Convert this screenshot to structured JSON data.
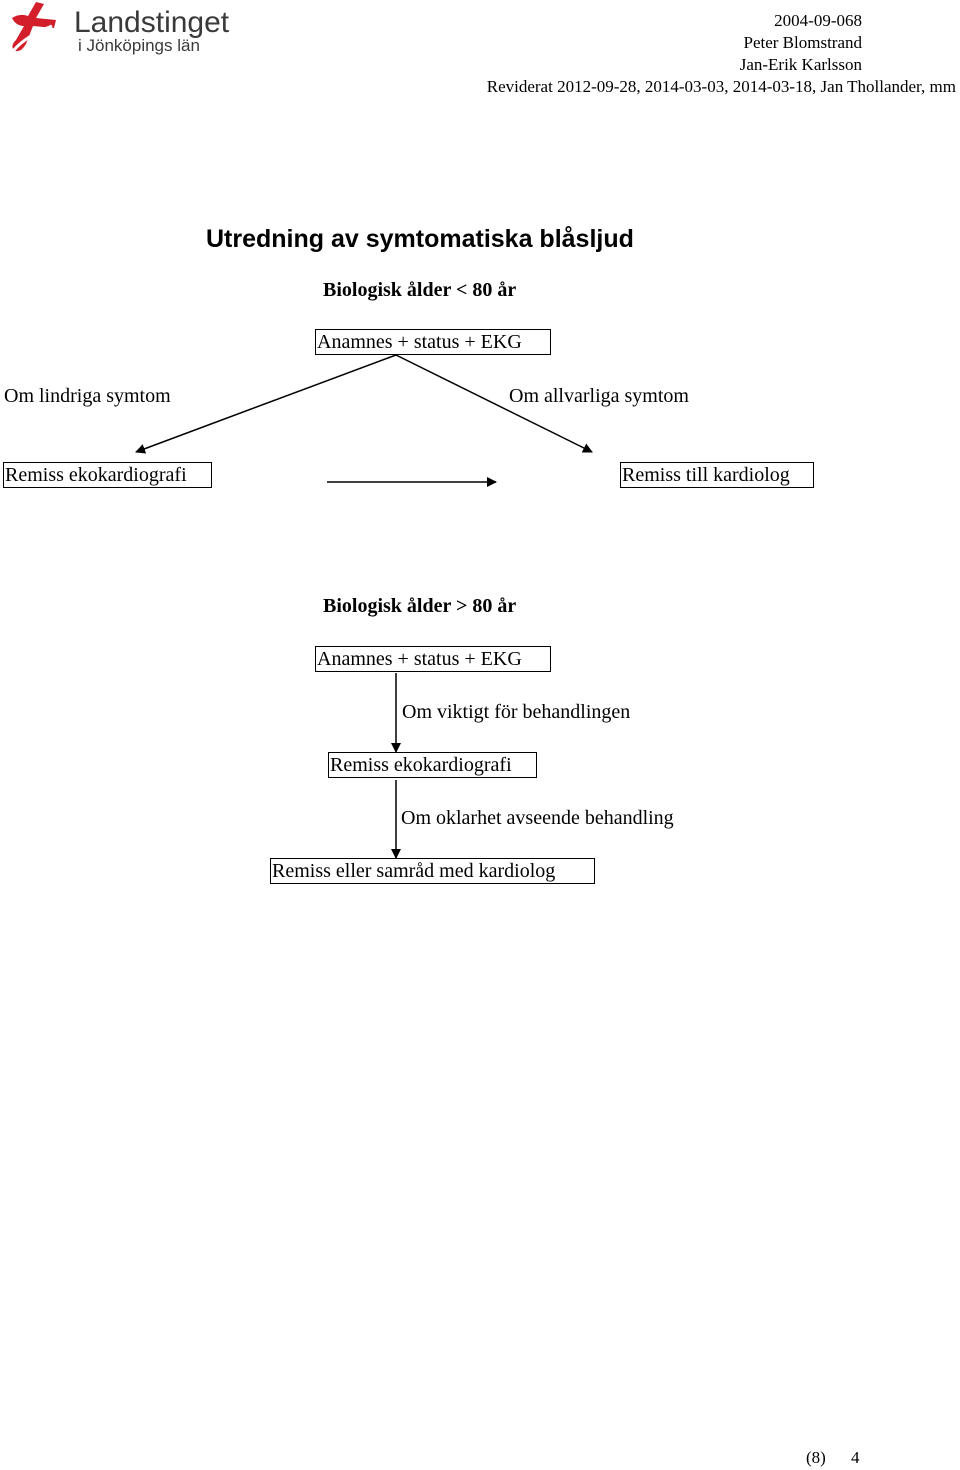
{
  "header": {
    "logo": {
      "line1": "Landstinget",
      "line2": "i Jönköpings län",
      "colors": {
        "cross": "#d31f2c",
        "text": "#3a3a3a"
      }
    },
    "doc_number": "2004-09-068",
    "author1": "Peter Blomstrand",
    "author2": "Jan-Erik Karlsson",
    "revised": "Reviderat 2012-09-28, 2014-03-03, 2014-03-18, Jan Thollander, mm"
  },
  "title": "Utredning av symtomatiska blåsljud",
  "section_under_80": {
    "heading": "Biologisk ålder < 80 år",
    "start_box": "Anamnes + status + EKG",
    "left_condition": "Om lindriga symtom",
    "right_condition": "Om allvarliga symtom",
    "left_box": "Remiss ekokardiografi",
    "right_box": "Remiss till kardiolog"
  },
  "section_over_80": {
    "heading": "Biologisk ålder > 80 år",
    "start_box": "Anamnes + status + EKG",
    "condition1": "Om viktigt för behandlingen",
    "box2": "Remiss ekokardiografi",
    "condition2": "Om oklarhet avseende behandling",
    "box3": "Remiss eller samråd med kardiolog"
  },
  "footer": {
    "total_pages": "(8)",
    "page": "4"
  }
}
